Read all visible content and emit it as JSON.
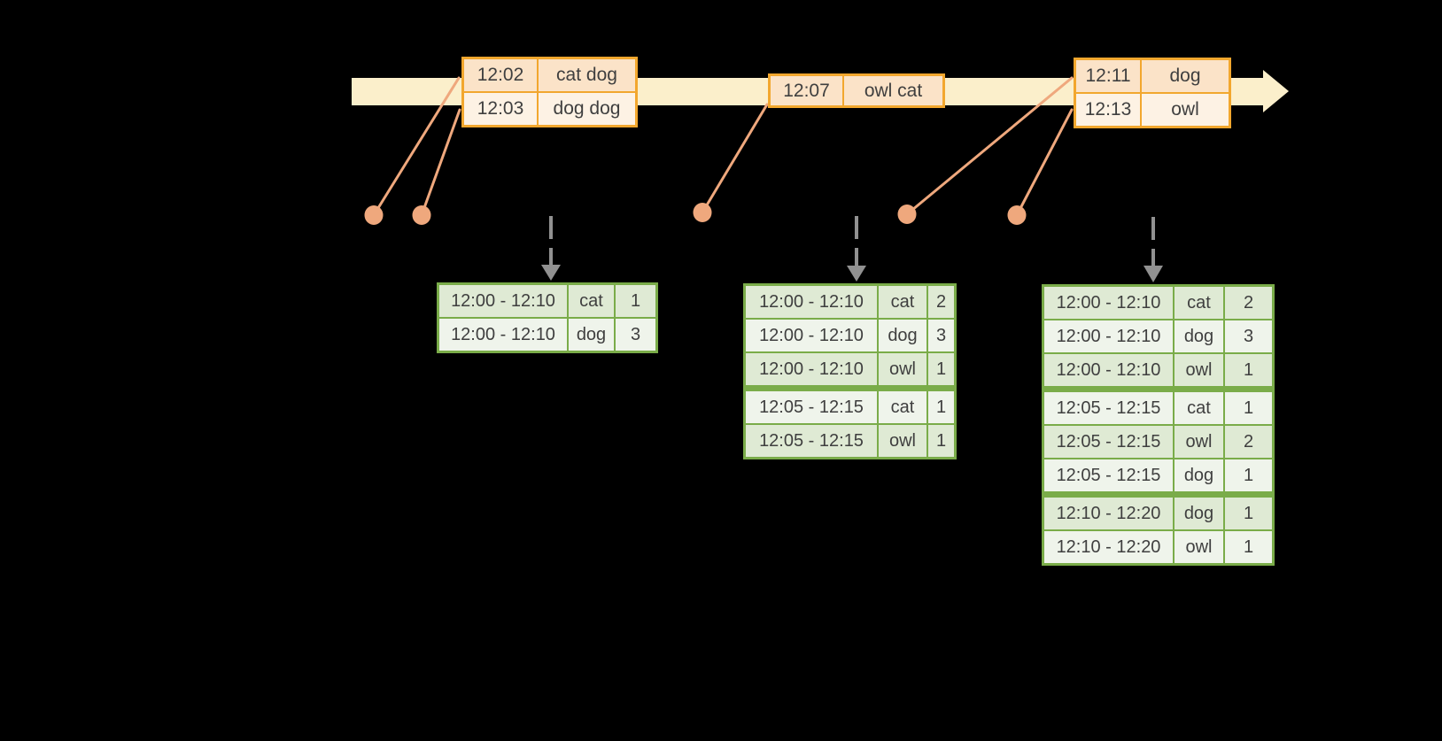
{
  "colors": {
    "background": "#000000",
    "band": "#FBEFCB",
    "orange_border": "#F2A72E",
    "peach": "#FBE3C8",
    "cream": "#FDF2E4",
    "salmon": "#EFA87D",
    "green_border": "#7AAC49",
    "green_dark": "#DFEAD4",
    "green_light": "#EFF4EB",
    "gray_arrow": "#919191",
    "text": "#3F3F3F"
  },
  "icons": {
    "timeline_arrowhead": "right-arrow",
    "trigger_arrow": "down-dashed-arrow",
    "event_dot": "circle-marker"
  },
  "event_tables": [
    {
      "rows": [
        {
          "time": "12:02",
          "words": "cat dog"
        },
        {
          "time": "12:03",
          "words": "dog dog"
        }
      ]
    },
    {
      "rows": [
        {
          "time": "12:07",
          "words": "owl cat"
        }
      ]
    },
    {
      "rows": [
        {
          "time": "12:11",
          "words": "dog"
        },
        {
          "time": "12:13",
          "words": "owl"
        }
      ]
    }
  ],
  "result_tables": [
    {
      "rows": [
        {
          "window": "12:00 - 12:10",
          "word": "cat",
          "count": "1"
        },
        {
          "window": "12:00 - 12:10",
          "word": "dog",
          "count": "3"
        }
      ]
    },
    {
      "rows": [
        {
          "window": "12:00 - 12:10",
          "word": "cat",
          "count": "2"
        },
        {
          "window": "12:00 - 12:10",
          "word": "dog",
          "count": "3"
        },
        {
          "window": "12:00 - 12:10",
          "word": "owl",
          "count": "1"
        },
        {
          "window": "12:05 - 12:15",
          "word": "cat",
          "count": "1"
        },
        {
          "window": "12:05 - 12:15",
          "word": "owl",
          "count": "1"
        }
      ]
    },
    {
      "rows": [
        {
          "window": "12:00 - 12:10",
          "word": "cat",
          "count": "2"
        },
        {
          "window": "12:00 - 12:10",
          "word": "dog",
          "count": "3"
        },
        {
          "window": "12:00 - 12:10",
          "word": "owl",
          "count": "1"
        },
        {
          "window": "12:05 - 12:15",
          "word": "cat",
          "count": "1"
        },
        {
          "window": "12:05 - 12:15",
          "word": "owl",
          "count": "2"
        },
        {
          "window": "12:05 - 12:15",
          "word": "dog",
          "count": "1"
        },
        {
          "window": "12:10 - 12:20",
          "word": "dog",
          "count": "1"
        },
        {
          "window": "12:10 - 12:20",
          "word": "owl",
          "count": "1"
        }
      ]
    }
  ]
}
